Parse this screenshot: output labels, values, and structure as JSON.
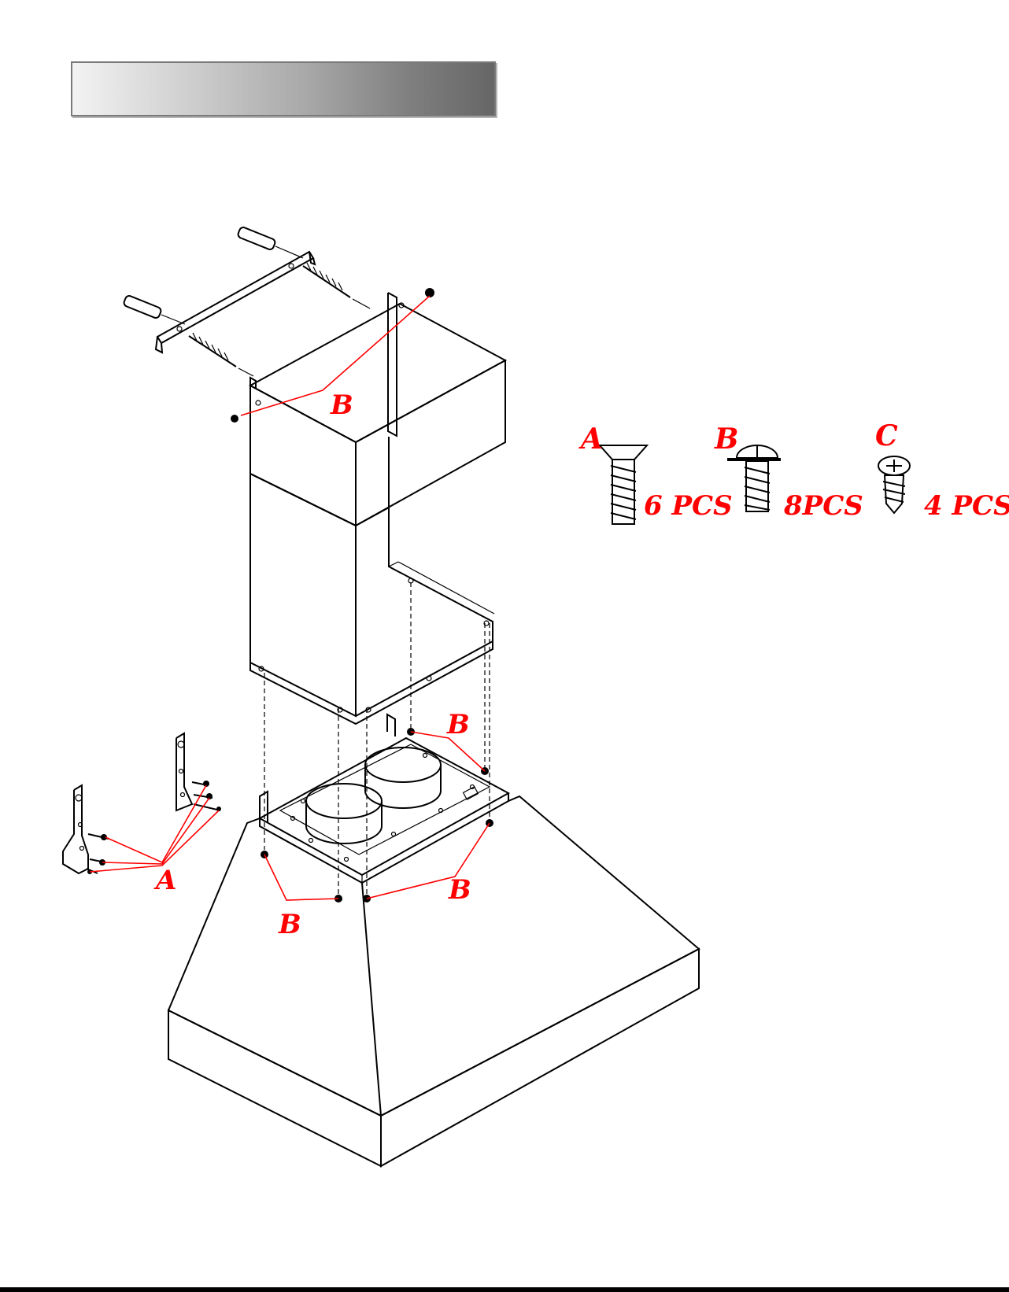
{
  "header": {
    "title": ""
  },
  "labels": {
    "a": "A",
    "b": "B",
    "c": "C"
  },
  "hardware": [
    {
      "letter": "A",
      "qty": "6 PCS"
    },
    {
      "letter": "B",
      "qty": "8PCS"
    },
    {
      "letter": "C",
      "qty": "4 PCS"
    }
  ],
  "colors": {
    "callout": "#ff0000",
    "line": "#000000"
  }
}
